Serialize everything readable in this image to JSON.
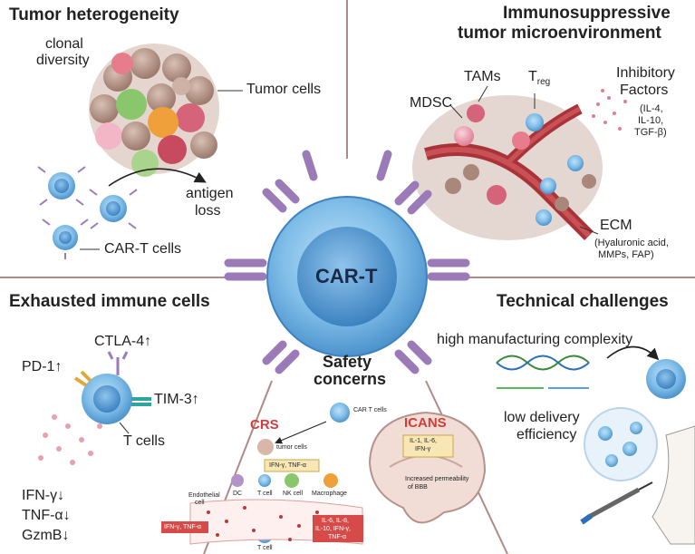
{
  "sections": {
    "heterogeneity": {
      "title": "Tumor heterogeneity",
      "clonal_1": "clonal",
      "clonal_2": "diversity",
      "tumor_cells": "Tumor cells",
      "antigen_1": "antigen",
      "antigen_2": "loss",
      "car_t_cells": "CAR-T cells"
    },
    "immunosuppressive": {
      "title_1": "Immunosuppressive",
      "title_2": "tumor microenvironment",
      "tams": "TAMs",
      "treg_t": "T",
      "treg_sub": "reg",
      "inhibitory_1": "Inhibitory",
      "inhibitory_2": "Factors",
      "il4": "(IL-4,",
      "il10": "IL-10,",
      "tgfb": "TGF-β)",
      "mdsc": "MDSC",
      "ecm": "ECM",
      "ecm_1": "(Hyaluronic acid,",
      "ecm_2": "MMPs, FAP)"
    },
    "center": {
      "car_t": "CAR-T",
      "safety_1": "Safety",
      "safety_2": "concerns"
    },
    "exhausted": {
      "title": "Exhausted immune cells",
      "ctla4": "CTLA-4↑",
      "pd1": "PD-1↑",
      "tim3": "TIM-3↑",
      "t_cells": "T cells",
      "ifn": "IFN-γ↓",
      "tnf": "TNF-α↓",
      "gzmb": "GzmB↓"
    },
    "technical": {
      "title": "Technical challenges",
      "manufacturing": "high manufacturing complexity",
      "low_1": "low delivery",
      "low_2": "efficiency"
    },
    "safety": {
      "crs": "CRS",
      "icans": "ICANS",
      "car_t_cells": "CAR T cells",
      "tumor_cells": "tumor cells",
      "ifn_tnf": "IFN-γ, TNF-α",
      "il_box": "IL-1, IL-6,",
      "il_box2": "IFN-γ",
      "bbb_1": "Increased permeability",
      "bbb_2": "of BBB",
      "endothelial_1": "Endothelial",
      "endothelial_2": "cell",
      "dc": "DC",
      "t_cell": "T cell",
      "nk_cell": "NK cell",
      "macrophage": "Macrophage",
      "ifn_tnf_2": "IFN-γ, TNF-α",
      "il_list_1": "IL-6, IL-8,",
      "il_list_2": "IL-10, IFN-γ,",
      "il_list_3": "TNF-α",
      "t_cell_bottom": "T cell"
    }
  },
  "colors": {
    "divider": "#b08a86",
    "car_t_cell": "#6aaee0",
    "car_receptor": "#9a7bb8",
    "tumor_brown": "#a9877a",
    "vessel": "#a8343a",
    "crs_red": "#d63b3b"
  }
}
